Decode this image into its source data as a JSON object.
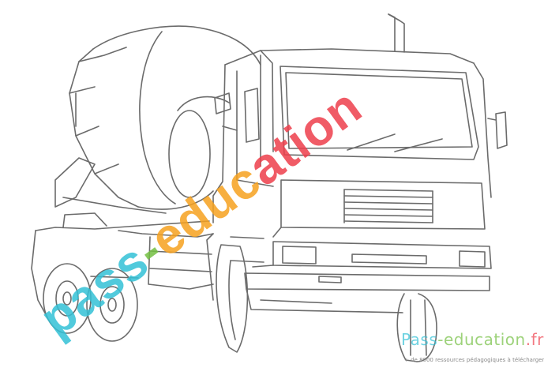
{
  "image": {
    "subject": "concrete mixer truck line drawing",
    "line_color": "#6b6b6b",
    "background": "#ffffff"
  },
  "watermark": {
    "part1": "pass",
    "part2": "-",
    "part3": "educ",
    "part4": "ation",
    "colors": [
      "#33c1d6",
      "#74c043",
      "#f6a21f",
      "#ee3f4c"
    ]
  },
  "brand": {
    "part1": "Pass",
    "part2": "-education",
    "part3": ".fr",
    "tagline": "+ de 8000 ressources pédagogiques à télécharger"
  }
}
